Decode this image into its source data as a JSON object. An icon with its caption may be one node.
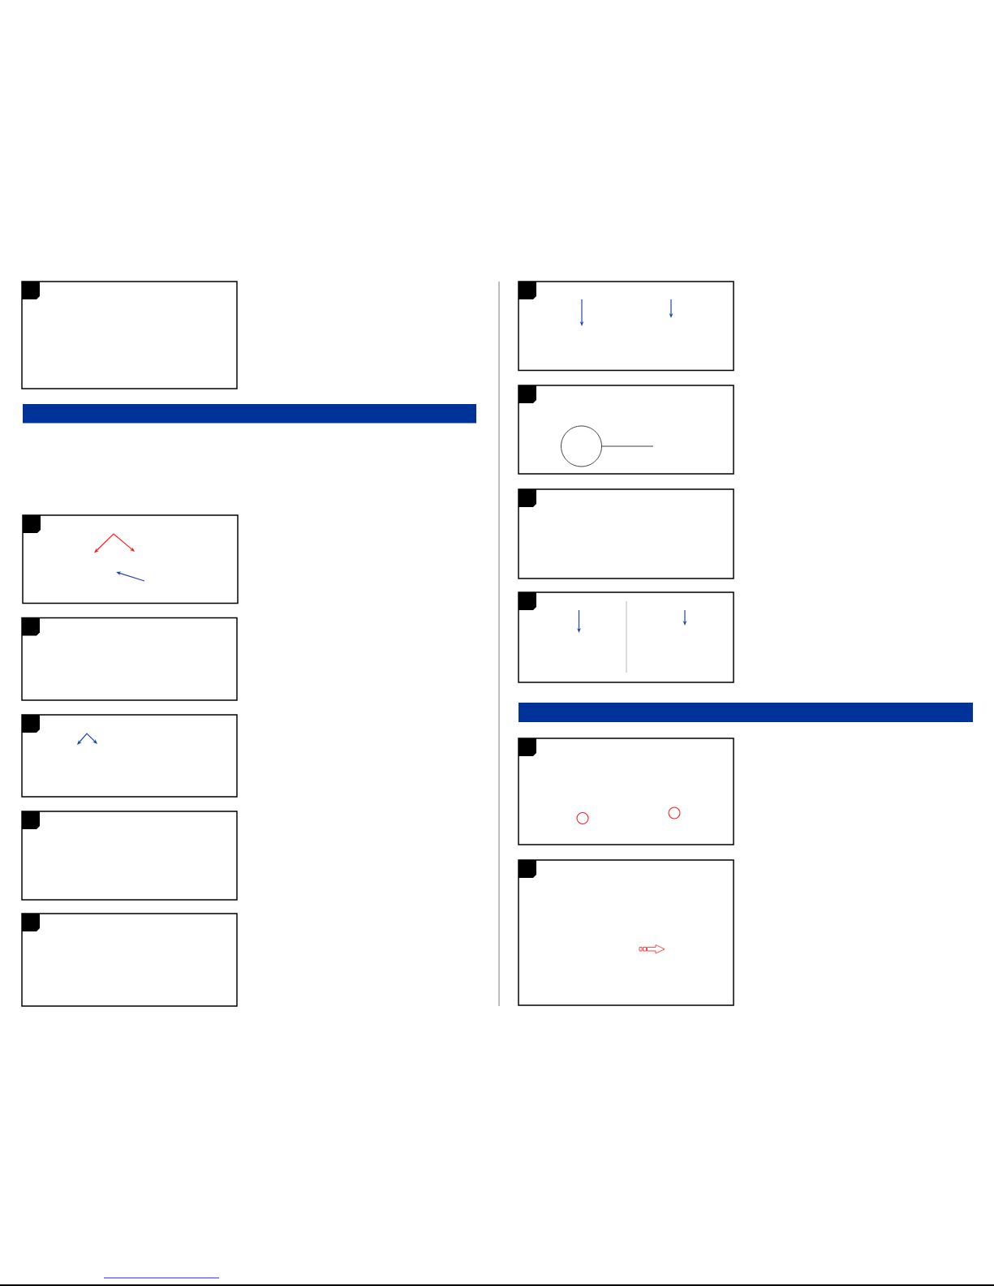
{
  "diagram": {
    "nodes": [
      {
        "text": [],
        "shape": "picture"
      },
      {
        "text": [],
        "shape": "band"
      },
      {
        "text": [],
        "shape": "picture"
      },
      {
        "text": [],
        "shape": "picture"
      },
      {
        "text": [],
        "shape": "picture"
      },
      {
        "text": [],
        "shape": "picture"
      },
      {
        "text": [],
        "shape": "picture"
      },
      {
        "text": [],
        "shape": "picture"
      },
      {
        "text": [],
        "shape": "picture"
      },
      {
        "text": [],
        "shape": "picture"
      },
      {
        "text": [],
        "shape": "picture"
      },
      {
        "text": [],
        "shape": "band"
      },
      {
        "text": [],
        "shape": "picture"
      },
      {
        "text": [],
        "shape": "picture"
      }
    ]
  }
}
